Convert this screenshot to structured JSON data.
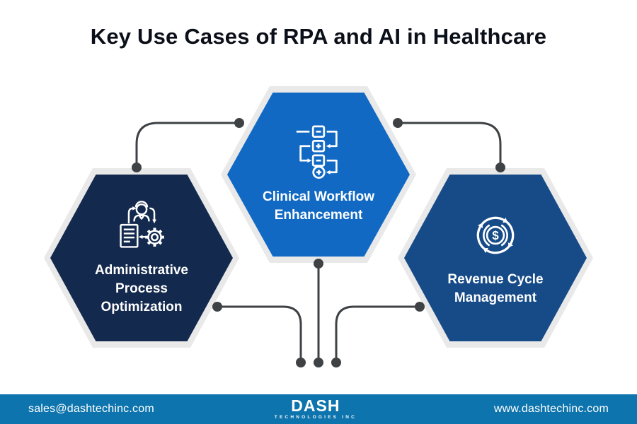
{
  "title": "Key Use Cases of RPA and AI in Healthcare",
  "colors": {
    "title_color": "#0b0f19",
    "center_hex": "#1169c4",
    "left_hex": "#13294d",
    "right_hex": "#164b88",
    "hex_border": "#e9e9e9",
    "connector": "#3f4245",
    "footer_bg": "#0d74ad",
    "text_on_hex": "#ffffff"
  },
  "hexagons": [
    {
      "id": "admin",
      "label": "Administrative Process Optimization",
      "icon": "person-document-gear-icon"
    },
    {
      "id": "clinical",
      "label": "Clinical Workflow Enhancement",
      "icon": "workflow-diagram-icon"
    },
    {
      "id": "revenue",
      "label": "Revenue Cycle Management",
      "icon": "dollar-cycle-icon"
    }
  ],
  "footer": {
    "email": "sales@dashtechinc.com",
    "logo_text": "DASH",
    "logo_subtext": "TECHNOLOGIES INC",
    "website": "www.dashtechinc.com"
  }
}
